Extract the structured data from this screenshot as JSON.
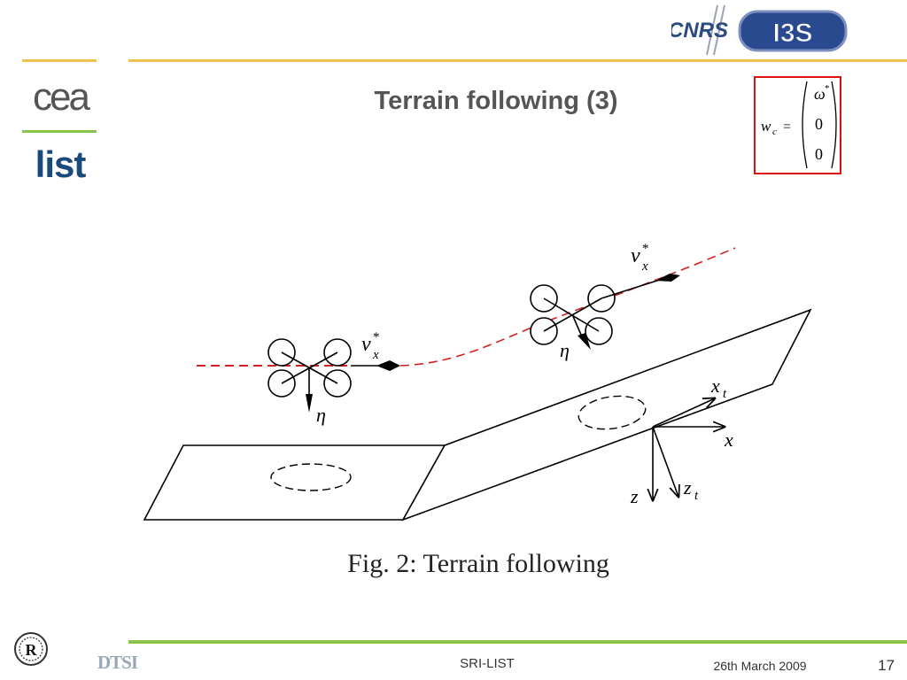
{
  "slide": {
    "title": "Terrain following (3)",
    "caption": "Fig. 2: Terrain following",
    "footer_center": "SRI-LIST",
    "footer_date": "26th March 2009",
    "page_number": "17"
  },
  "logos": {
    "cnrs": "CNRS",
    "i3s": "I3S",
    "cea": "cea",
    "list": "list",
    "dtsi": "DTSI",
    "seal": "R"
  },
  "formula": {
    "lhs": "w",
    "lhs_subscript": "c",
    "equals": "=",
    "row1": "ω",
    "row1_sup": "*",
    "row2": "0",
    "row3": "0"
  },
  "diagram": {
    "velocity_symbol": "v",
    "velocity_subscript": "x",
    "velocity_superscript": "*",
    "eta": "η",
    "axis_xt": "x",
    "axis_xt_sub": "t",
    "axis_x": "x",
    "axis_z": "z",
    "axis_zt": "z",
    "axis_zt_sub": "t"
  },
  "colors": {
    "accent_yellow": "#f2c14b",
    "accent_green": "#8bc34a",
    "trajectory_red": "#d42020",
    "highlight_red": "#e01010",
    "cea_blue": "#1a4a7a"
  }
}
